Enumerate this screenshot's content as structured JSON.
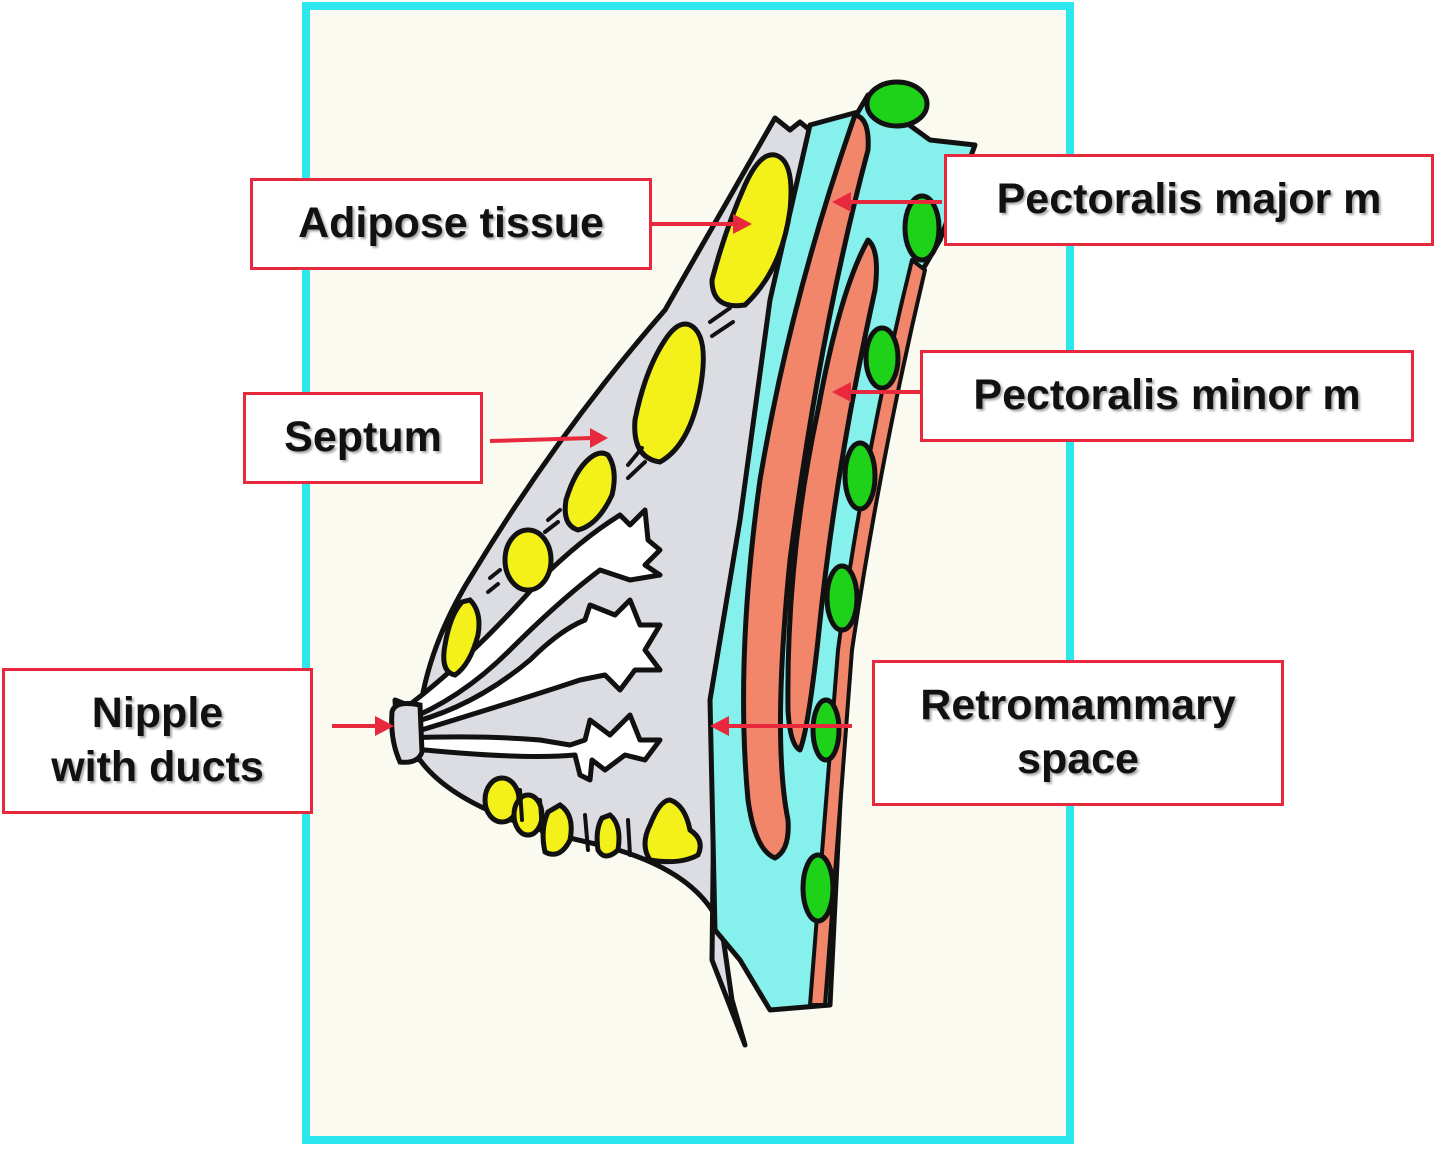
{
  "labels": {
    "adipose_tissue": "Adipose tissue",
    "septum": "Septum",
    "nipple_line1": "Nipple",
    "nipple_line2": "with ducts",
    "pectoralis_major": "Pectoralis major m",
    "pectoralis_minor": "Pectoralis minor m",
    "retromammary_line1": "Retromammary",
    "retromammary_line2": "space"
  },
  "colors": {
    "frame": "#2ee6ee",
    "background": "#fbfaf0",
    "breast_tissue": "#dcdde2",
    "adipose": "#f4f01a",
    "fascia": "#86f0ec",
    "muscle": "#f2866a",
    "lymph_node": "#1ed21a",
    "outline": "#111111",
    "pointer": "#e8283c"
  }
}
